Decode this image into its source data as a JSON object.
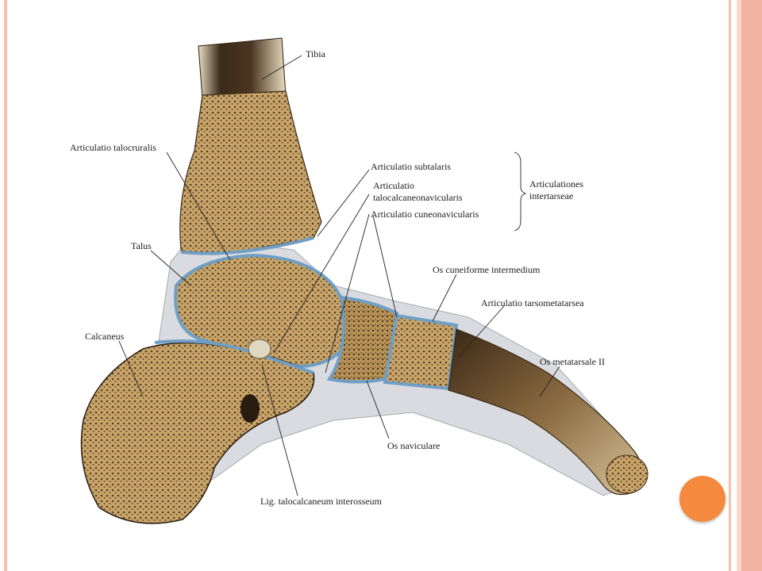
{
  "labels": {
    "tibia": "Tibia",
    "talocruralis": "Articulatio talocruralis",
    "subtalaris": "Articulatio subtalaris",
    "talocalcaneonavicularis_1": "Articulatio",
    "talocalcaneonavicularis_2": "talocalcaneonavicularis",
    "cuneonavicularis": "Articulatio cuneonavicularis",
    "intertarseae_1": "Articulationes",
    "intertarseae_2": "intertarseae",
    "talus": "Talus",
    "cuneiforme": "Os cuneiforme intermedium",
    "tarsometatarsea": "Articulatio tarsometatarsea",
    "calcaneus": "Calcaneus",
    "metatarsale": "Os metatarsale II",
    "naviculare": "Os naviculare",
    "lig_interosseum": "Lig. talocalcaneum interosseum"
  },
  "colors": {
    "accent_dot": "#f58a3e",
    "frame": "#f5c1ad",
    "bone": "#c9a66b",
    "cartilage": "#6f9fc4"
  }
}
